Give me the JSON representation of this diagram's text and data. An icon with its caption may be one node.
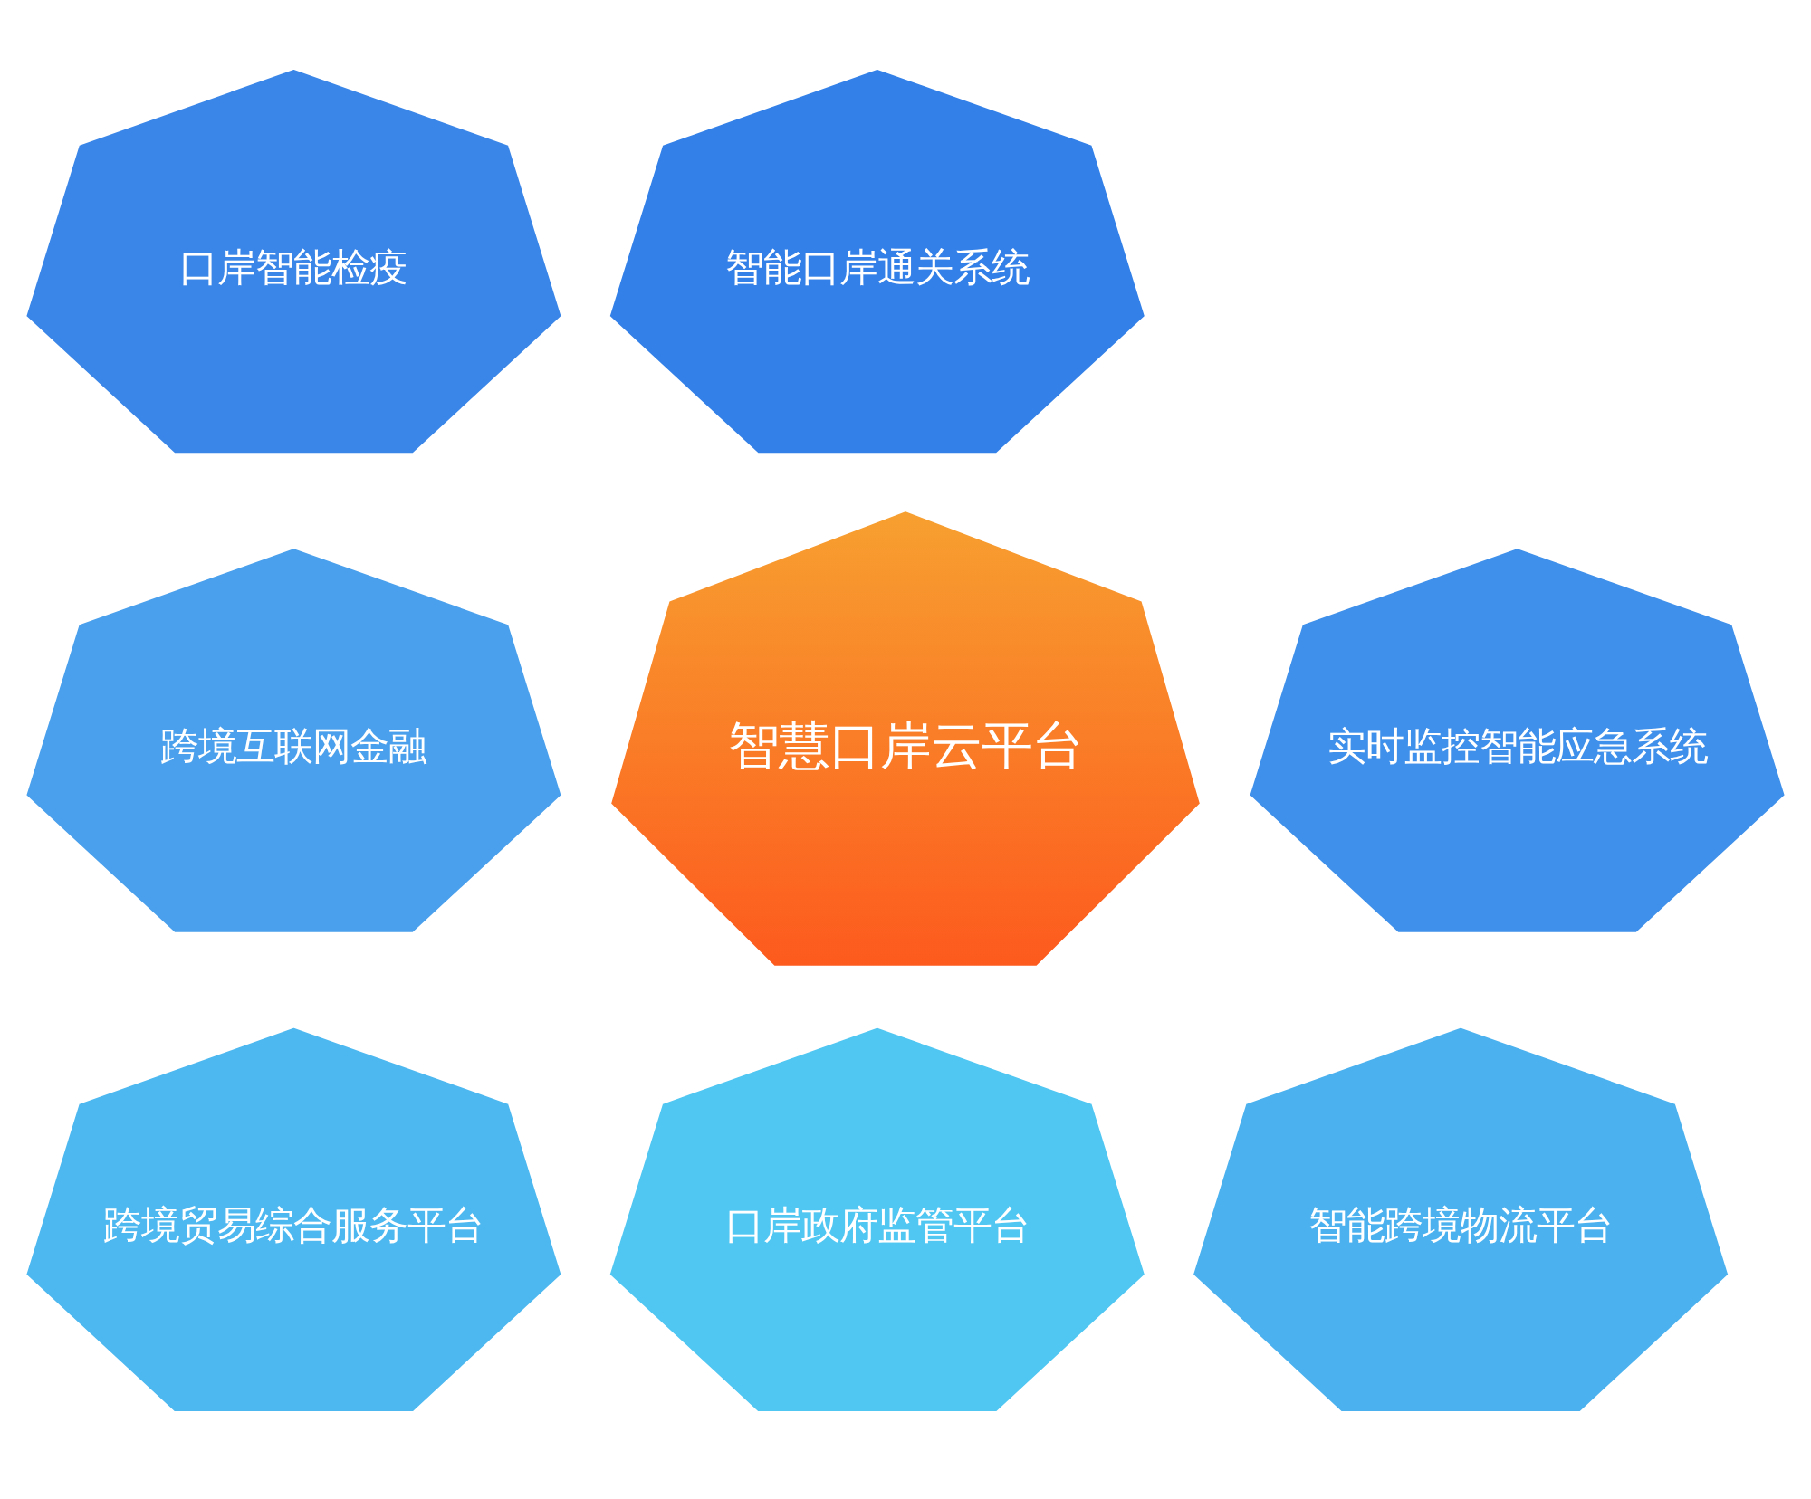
{
  "diagram": {
    "nodes": [
      {
        "text": [
          "智能口岸通关系统"
        ]
      },
      {
        "text": [
          "口岸智能检疫"
        ]
      },
      {
        "text": [
          "实时监控智能应急系统"
        ]
      },
      {
        "text": [
          "智慧口岸云平台"
        ]
      },
      {
        "text": [
          "跨境互联网金融"
        ]
      },
      {
        "text": [
          "智能跨境物流平台"
        ]
      },
      {
        "text": [
          "跨境贸易综合服务平台"
        ]
      },
      {
        "text": [
          "口岸政府监管平台"
        ]
      }
    ]
  }
}
